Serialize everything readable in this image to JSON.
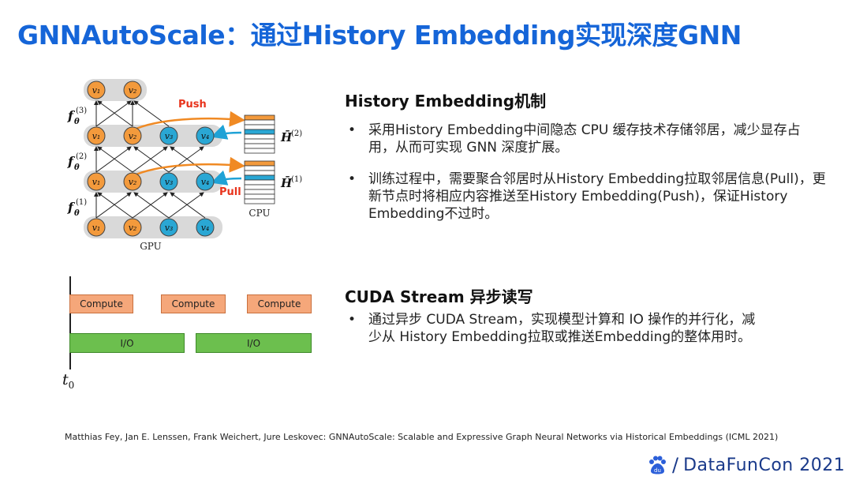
{
  "slide": {
    "title": "GNNAutoScale：通过History Embedding实现深度GNN"
  },
  "diagram": {
    "nodes": [
      "v₁",
      "v₂",
      "v₃",
      "v₄"
    ],
    "push_label": "Push",
    "pull_label": "Pull",
    "gpu_label": "GPU",
    "cpu_label": "CPU",
    "layer_labels": [
      "(3)",
      "(2)",
      "(1)"
    ],
    "hist_labels": [
      "(2)",
      "(1)"
    ],
    "colors": {
      "orange_node": "#f39a3c",
      "blue_node": "#2aa7d4",
      "push_arrow": "#f08a24",
      "pull_arrow": "#1fa2d6",
      "text_red": "#e8331c"
    }
  },
  "section1": {
    "heading": "History Embedding机制",
    "bullets": [
      "采用History Embedding中间隐态 CPU 缓存技术存储邻居，减少显存占用，从而可实现 GNN 深度扩展。",
      "训练过程中，需要聚合邻居时从History Embedding拉取邻居信息(Pull)，更新节点时将相应内容推送至History Embedding(Push)，保证History Embedding不过时。"
    ]
  },
  "timeline": {
    "compute_label": "Compute",
    "io_label": "I/O",
    "t0_label": "t",
    "t0_sub": "0"
  },
  "section2": {
    "heading": "CUDA Stream 异步读写",
    "bullets": [
      "通过异步 CUDA Stream，实现模型计算和 IO 操作的并行化，减少从 History Embedding拉取或推送Embedding的整体用时。"
    ]
  },
  "footer": {
    "citation": "Matthias Fey, Jan E. Lenssen, Frank Weichert, Jure Leskovec: GNNAutoScale: Scalable and Expressive Graph Neural Networks via Historical Embeddings (ICML 2021)",
    "logo_text": "DataFunCon 2021",
    "logo_slash": "/"
  }
}
